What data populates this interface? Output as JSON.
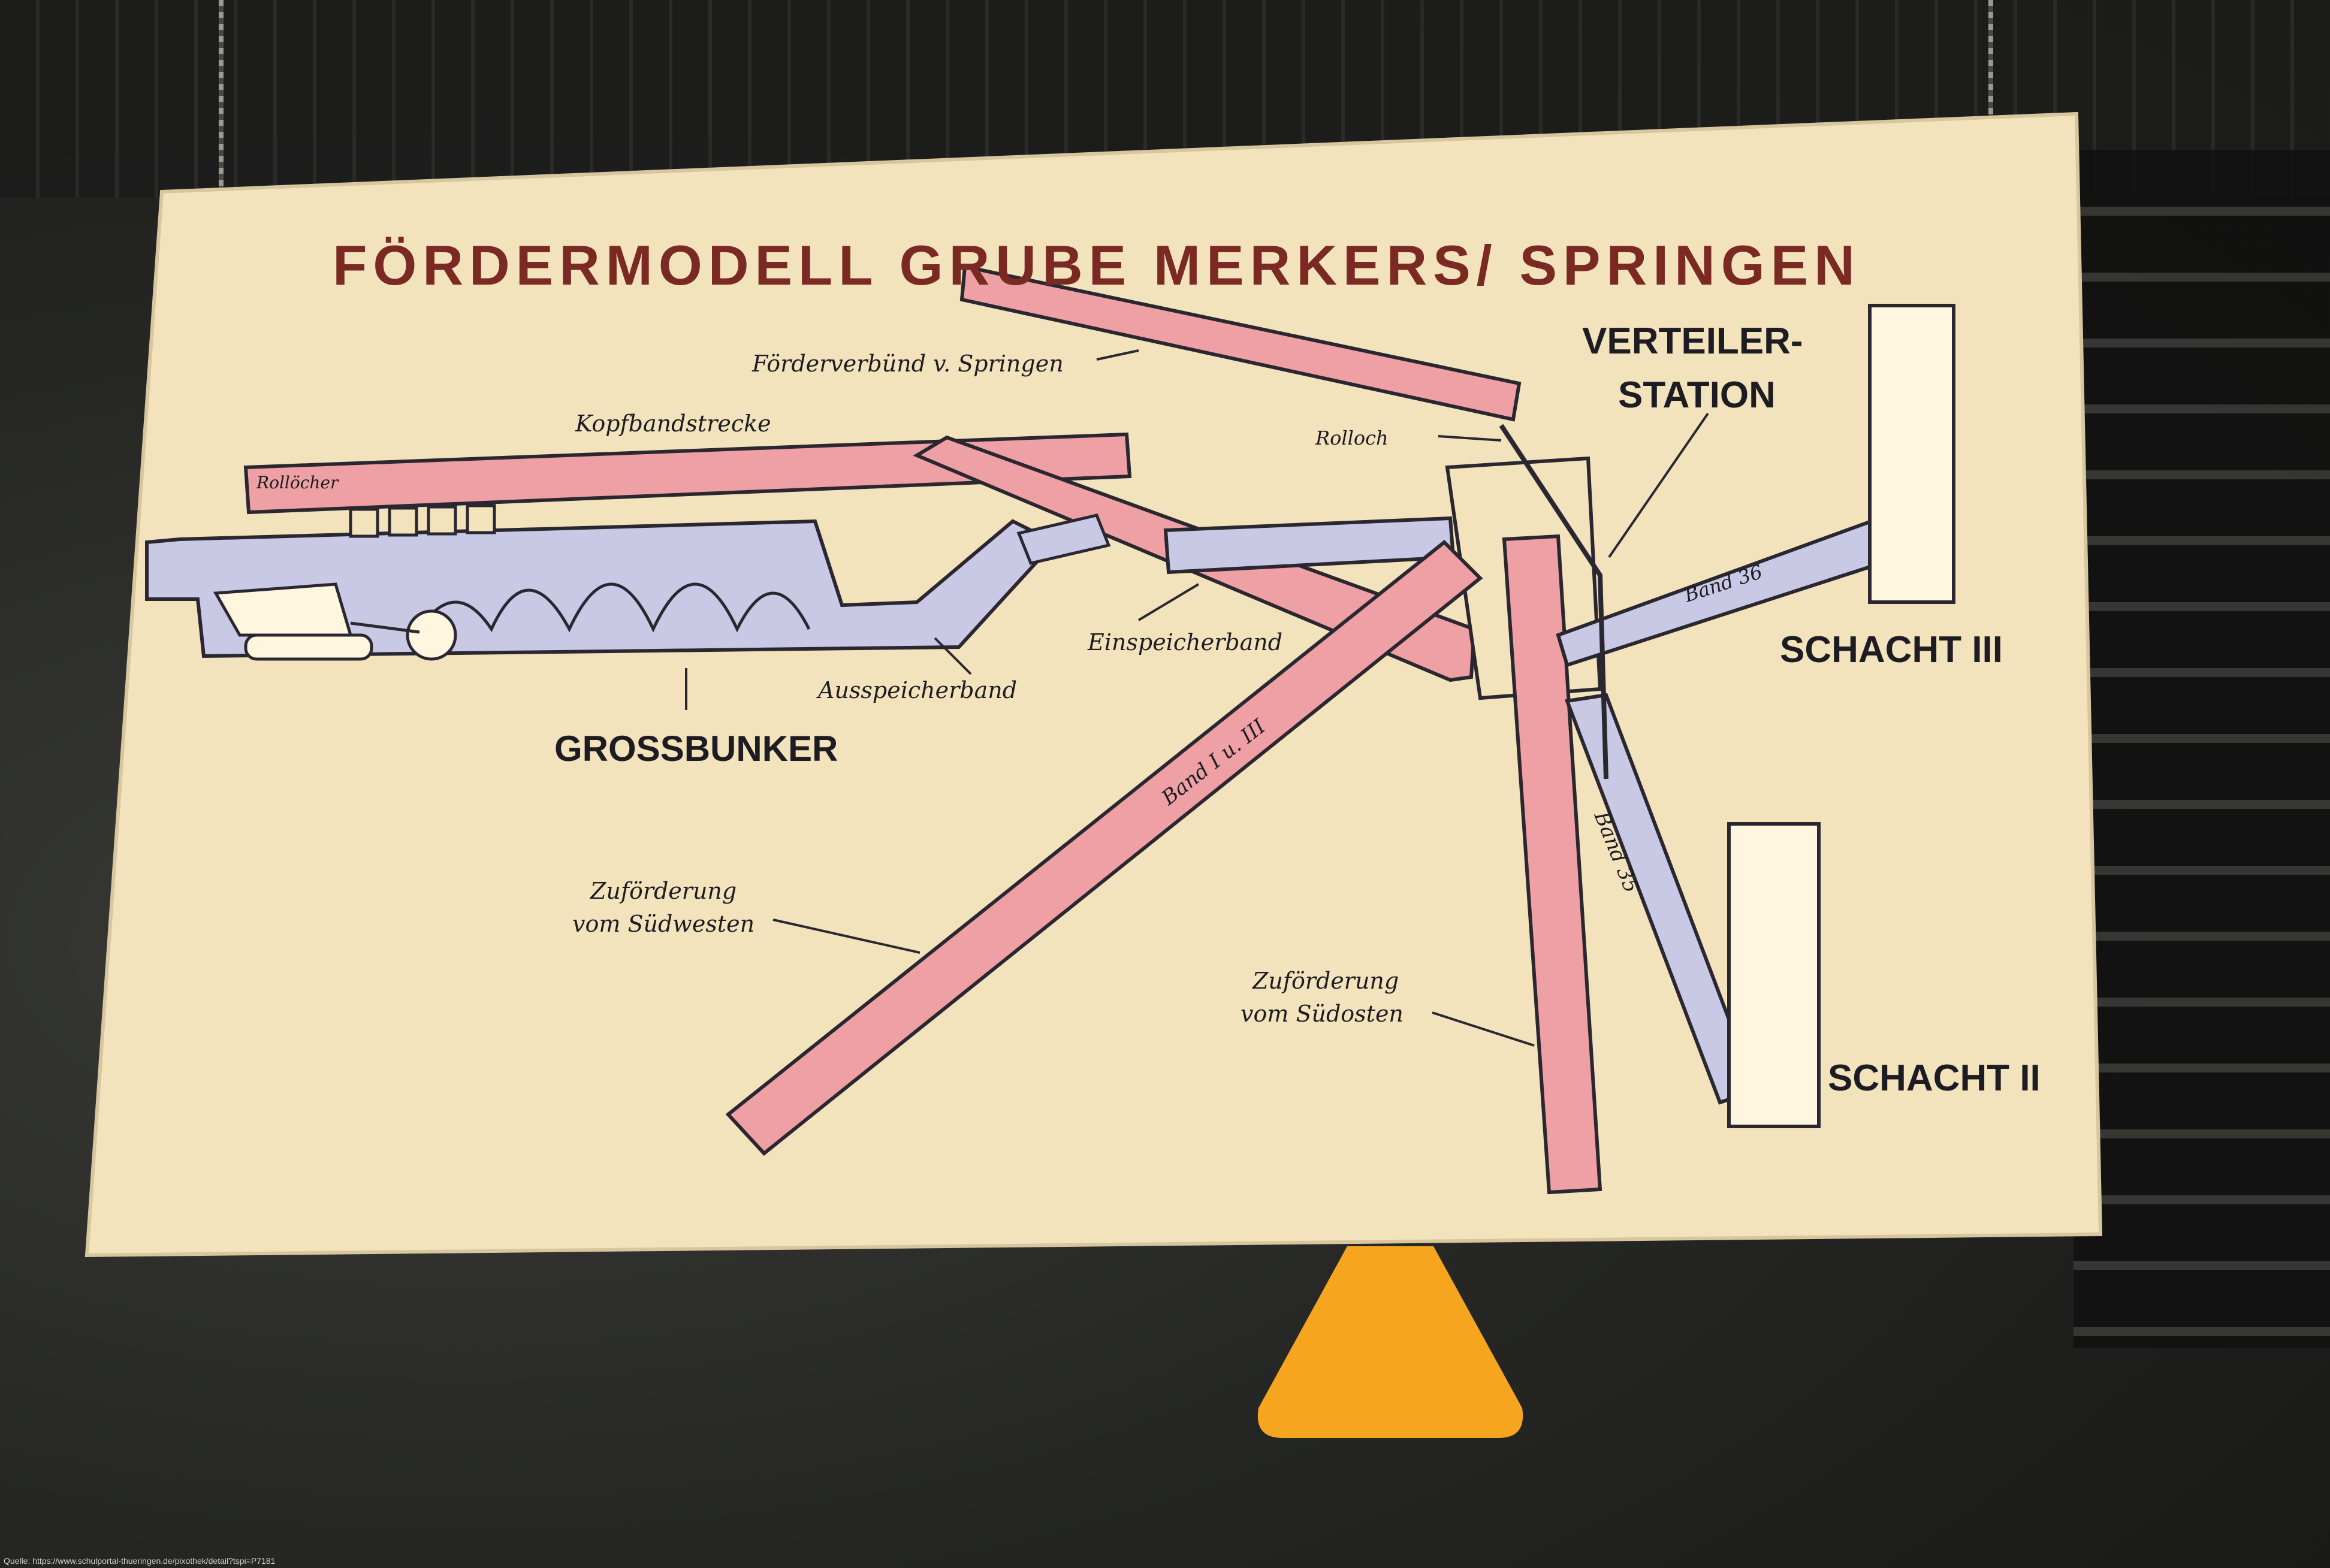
{
  "board": {
    "title": "FÖRDERMODELL  GRUBE MERKERS/ SPRINGEN",
    "labels": {
      "verteiler_1": "VERTEILER-",
      "verteiler_2": "STATION",
      "schacht3": "SCHACHT III",
      "schacht2": "SCHACHT II",
      "grossbunker": "GROSSBUNKER",
      "foerderverbund": "Förderverbünd v. Springen",
      "kopfbandstrecke": "Kopfbandstrecke",
      "rolloecher": "Rollöcher",
      "rolloch": "Rolloch",
      "einspeicherband": "Einspeicherband",
      "ausspeicherband": "Ausspeicherband",
      "zufoerderung_sw_1": "Zuförderung",
      "zufoerderung_sw_2": "vom Südwesten",
      "zufoerderung_so_1": "Zuförderung",
      "zufoerderung_so_2": "vom Südosten",
      "band1": "Band I u. III",
      "band35": "Band 35",
      "band36": "Band 36"
    }
  },
  "caption": "Quelle: https://www.schulportal-thueringen.de/pixothek/detail?tspi=P7181",
  "colors": {
    "board": "#f3e3bd",
    "belt_red": "#eea0a4",
    "belt_blue": "#c9c9e6",
    "title": "#7a2a22",
    "sign": "#f6a51f"
  }
}
